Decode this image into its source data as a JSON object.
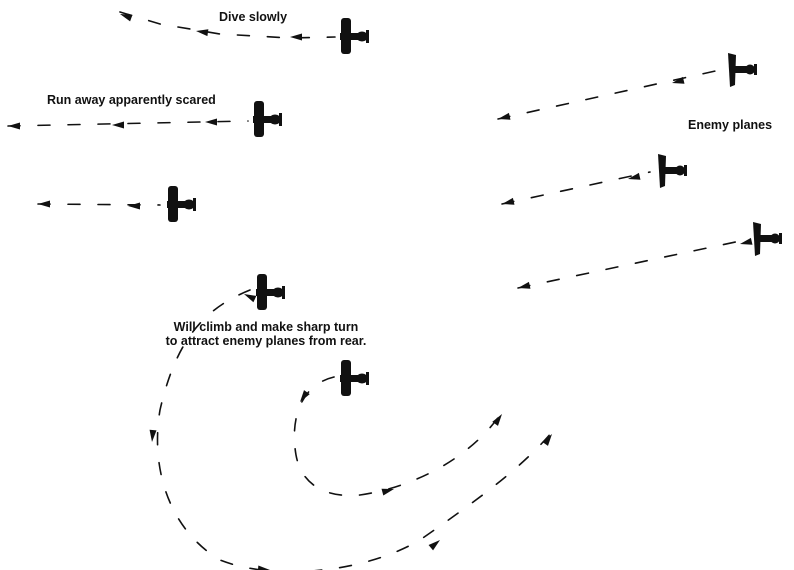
{
  "labels": {
    "dive": "Dive slowly",
    "run": "Run away apparently scared",
    "enemy": "Enemy planes",
    "climb_1": "Will climb and make sharp turn",
    "climb_2": "to attract enemy planes from rear."
  },
  "colors": {
    "ink": "#111111",
    "background": "#ffffff"
  },
  "icons": {
    "plane": "biplane-silhouette-icon",
    "arrow": "arrowhead-icon"
  }
}
